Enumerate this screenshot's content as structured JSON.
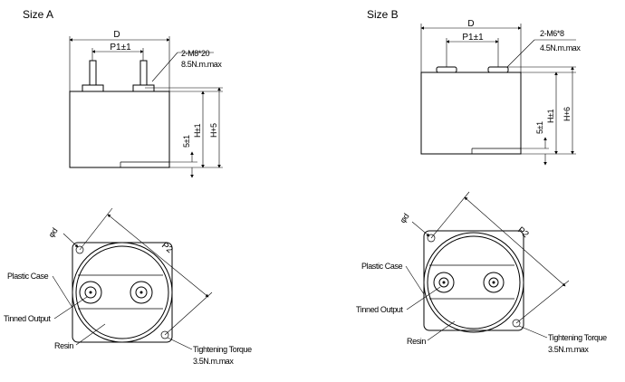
{
  "size_a": {
    "title": "Size A",
    "dim_d": "D",
    "dim_p1": "P1±1",
    "terminal_note_1": "2-M8*20",
    "terminal_note_2": "8.5N.m.max",
    "dim_h": "H±1",
    "dim_h5": "H+5",
    "dim_5": "5±1",
    "dim_phi_d": "φd",
    "dim_p2": "P2",
    "label_case": "Plastic Case",
    "label_output": "Tinned Output",
    "label_resin": "Resin",
    "label_torque_1": "Tightening Torque",
    "label_torque_2": "3.5N.m.max"
  },
  "size_b": {
    "title": "Size B",
    "dim_d": "D",
    "dim_p1": "P1±1",
    "terminal_note_1": "2-M6*8",
    "terminal_note_2": "4.5N.m.max",
    "dim_h": "H±1",
    "dim_h6": "H+6",
    "dim_5": "5±1",
    "dim_phi_d": "φd",
    "dim_p2": "P2",
    "label_case": "Plastic Case",
    "label_output": "Tinned Output",
    "label_resin": "Resin",
    "label_torque_1": "Tightening Torque",
    "label_torque_2": "3.5N.m.max"
  }
}
